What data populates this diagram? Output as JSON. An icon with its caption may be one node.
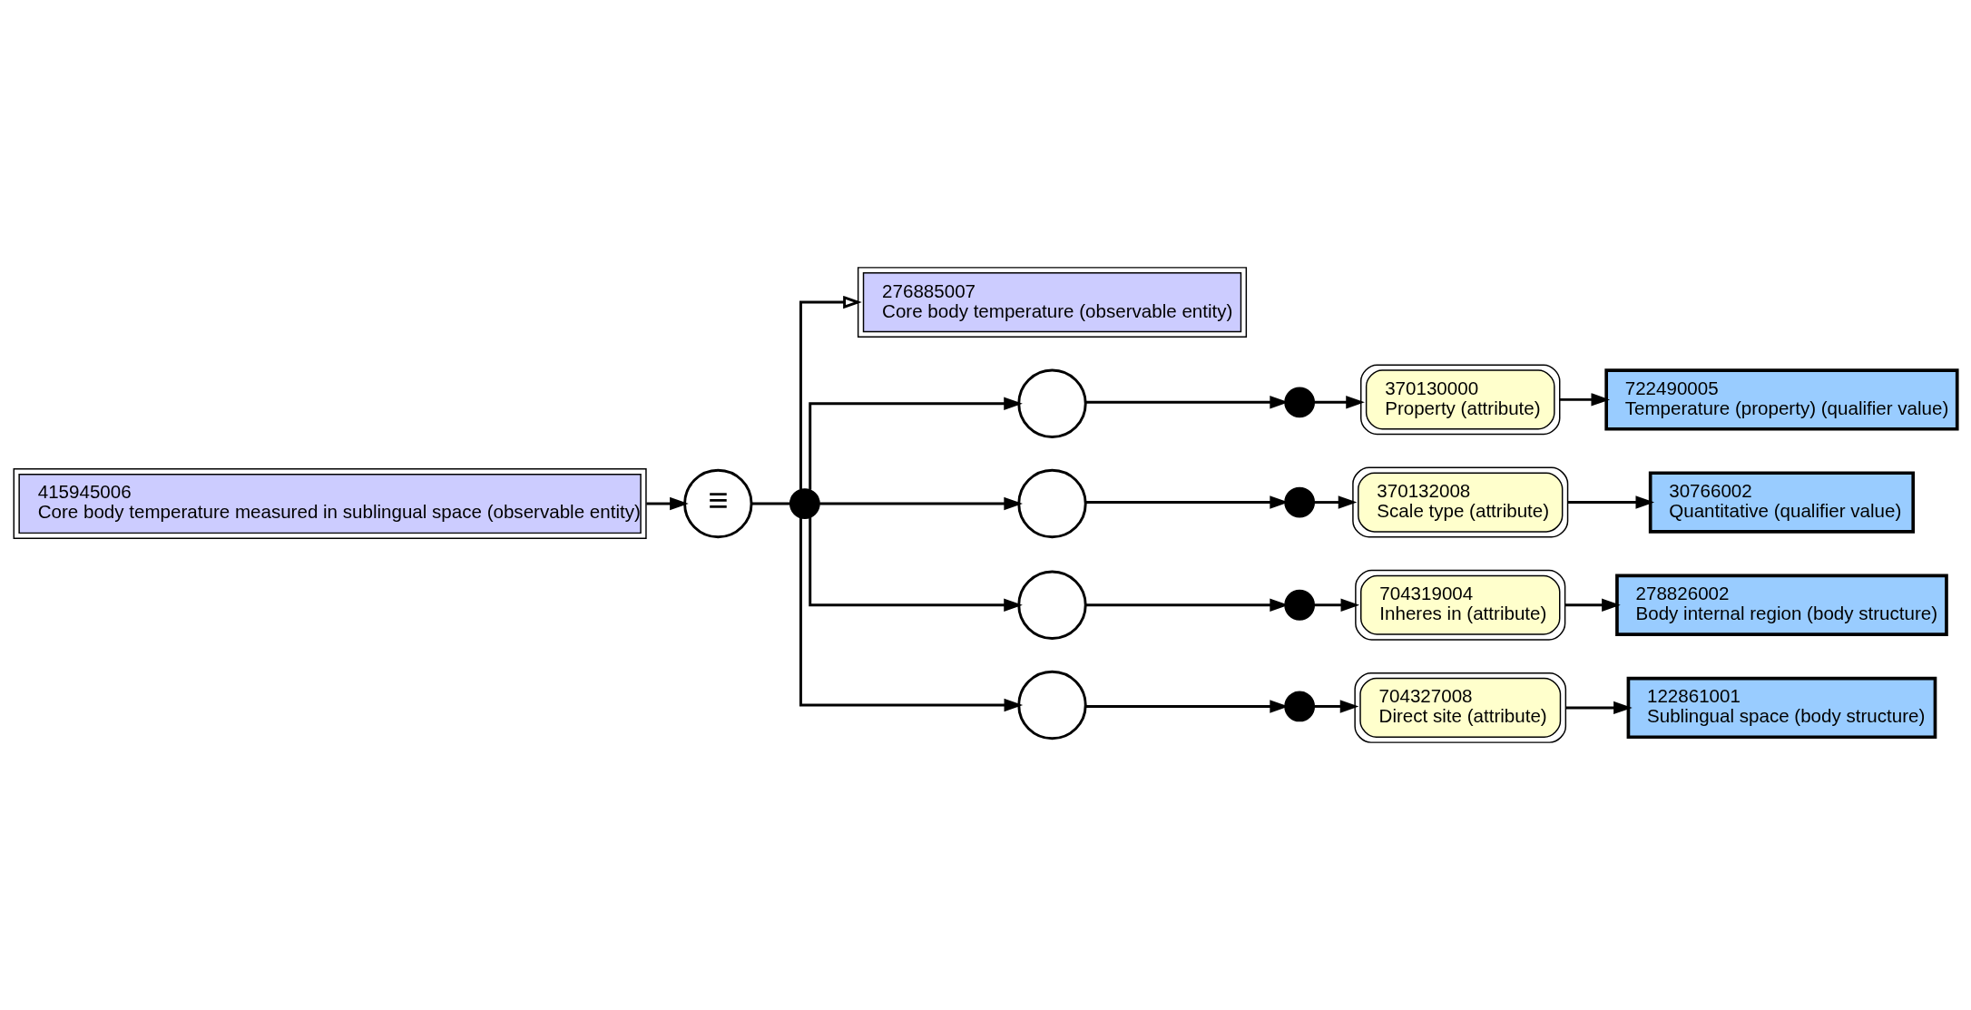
{
  "diagram": {
    "nodes": [
      {
        "text": [
          "415945006",
          "Core body temperature measured in sublingual space (observable entity)"
        ]
      },
      {
        "text": [
          "≡"
        ]
      },
      {
        "text": [],
        "shape": "circle"
      },
      {
        "text": [
          "276885007",
          "Core body temperature (observable entity)"
        ]
      },
      {
        "text": [],
        "shape": "circle"
      },
      {
        "text": [],
        "shape": "circle"
      },
      {
        "text": [
          "370130000",
          "Property (attribute)"
        ]
      },
      {
        "text": [
          "722490005",
          "Temperature (property) (qualifier value)"
        ]
      },
      {
        "text": [],
        "shape": "circle"
      },
      {
        "text": [],
        "shape": "circle"
      },
      {
        "text": [
          "370132008",
          "Scale type (attribute)"
        ]
      },
      {
        "text": [
          "30766002",
          "Quantitative (qualifier value)"
        ]
      },
      {
        "text": [],
        "shape": "circle"
      },
      {
        "text": [],
        "shape": "circle"
      },
      {
        "text": [
          "704319004",
          "Inheres in (attribute)"
        ]
      },
      {
        "text": [
          "278826002",
          "Body internal region (body structure)"
        ]
      },
      {
        "text": [],
        "shape": "circle"
      },
      {
        "text": [],
        "shape": "circle"
      },
      {
        "text": [
          "704327008",
          "Direct site (attribute)"
        ]
      },
      {
        "text": [
          "122861001",
          "Sublingual space (body structure)"
        ]
      }
    ],
    "edges": [
      {
        "from": 0,
        "to": 1,
        "arrow": "to"
      },
      {
        "from": 1,
        "to": 2,
        "arrow": "none"
      },
      {
        "from": 2,
        "to": 3,
        "arrow": "to"
      },
      {
        "from": 2,
        "to": 4,
        "arrow": "to"
      },
      {
        "from": 4,
        "to": 5,
        "arrow": "to"
      },
      {
        "from": 5,
        "to": 6,
        "arrow": "to"
      },
      {
        "from": 6,
        "to": 7,
        "arrow": "to"
      },
      {
        "from": 2,
        "to": 8,
        "arrow": "to"
      },
      {
        "from": 8,
        "to": 9,
        "arrow": "to"
      },
      {
        "from": 9,
        "to": 10,
        "arrow": "to"
      },
      {
        "from": 10,
        "to": 11,
        "arrow": "to"
      },
      {
        "from": 2,
        "to": 12,
        "arrow": "to"
      },
      {
        "from": 12,
        "to": 13,
        "arrow": "to"
      },
      {
        "from": 13,
        "to": 14,
        "arrow": "to"
      },
      {
        "from": 14,
        "to": 15,
        "arrow": "to"
      },
      {
        "from": 2,
        "to": 16,
        "arrow": "to"
      },
      {
        "from": 16,
        "to": 17,
        "arrow": "to"
      },
      {
        "from": 17,
        "to": 18,
        "arrow": "to"
      },
      {
        "from": 18,
        "to": 19,
        "arrow": "to"
      }
    ]
  }
}
